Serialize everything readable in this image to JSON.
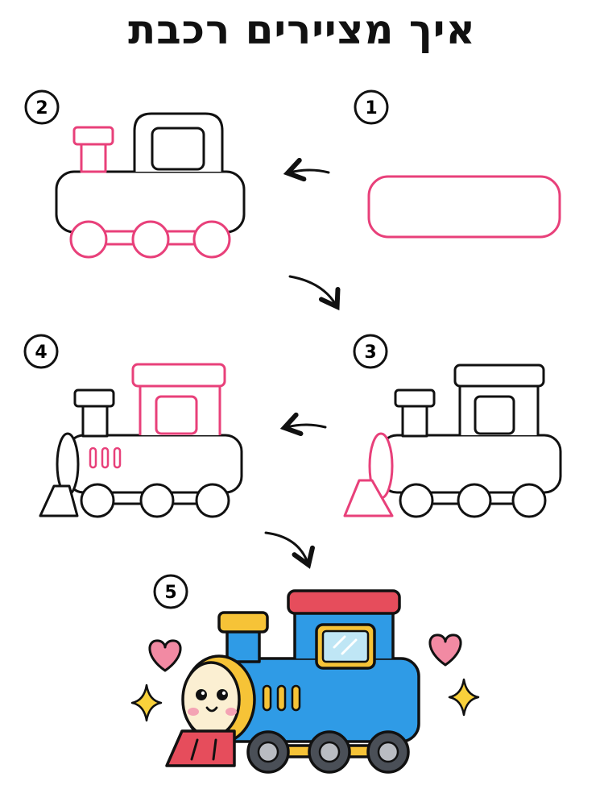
{
  "title": "איך מציירים רכבת",
  "steps": [
    {
      "number": "1"
    },
    {
      "number": "2"
    },
    {
      "number": "3"
    },
    {
      "number": "4"
    },
    {
      "number": "5"
    }
  ],
  "colors": {
    "outline": "#111111",
    "highlight": "#e8407a",
    "cab_blue": "#2f9be6",
    "roof_red": "#e64d5c",
    "chimney_yellow": "#f6c337",
    "front_cream": "#fbefd2",
    "wheel_gray": "#4a4f57",
    "heart_pink": "#f28aa3",
    "sparkle_yellow": "#f9d13b"
  }
}
